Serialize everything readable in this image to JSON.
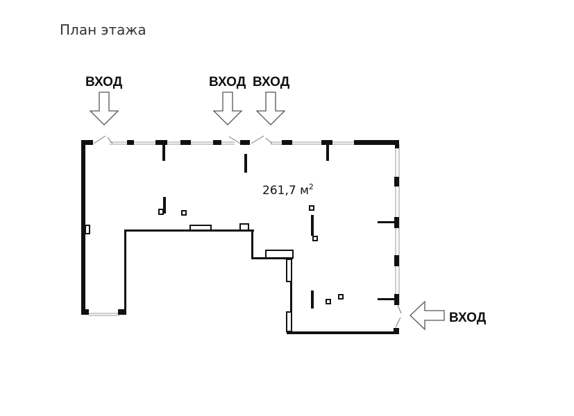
{
  "page": {
    "title": "План этажа"
  },
  "plan": {
    "area_value": "261,7 м",
    "area_sup": "2",
    "entrances": [
      "ВХОД",
      "ВХОД",
      "ВХОД",
      "ВХОД"
    ]
  },
  "colors": {
    "wall": "#111111",
    "window": "#9a9a9a",
    "text": "#333333"
  }
}
